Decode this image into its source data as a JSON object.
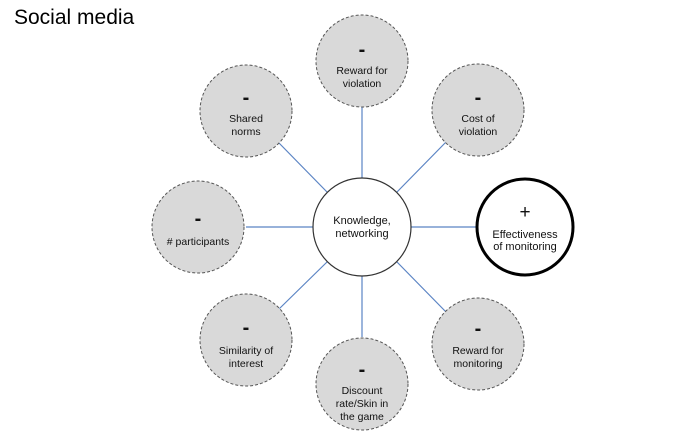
{
  "title": "Social media",
  "center": {
    "label_lines": [
      "Knowledge,",
      "networking"
    ]
  },
  "outcome": {
    "sign": "+",
    "label_lines": [
      "Effectiveness",
      "of monitoring"
    ]
  },
  "factors": [
    {
      "id": "reward-for-violation",
      "sign": "-",
      "label_lines": [
        "Reward for",
        "violation"
      ]
    },
    {
      "id": "cost-of-violation",
      "sign": "-",
      "label_lines": [
        "Cost of",
        "violation"
      ]
    },
    {
      "id": "reward-for-monitoring",
      "sign": "-",
      "label_lines": [
        "Reward for",
        "monitoring"
      ]
    },
    {
      "id": "discount-rate",
      "sign": "-",
      "label_lines": [
        "Discount",
        "rate/Skin in",
        "the game"
      ]
    },
    {
      "id": "similarity-of-interest",
      "sign": "-",
      "label_lines": [
        "Similarity of",
        "interest"
      ]
    },
    {
      "id": "participants",
      "sign": "-",
      "label_lines": [
        "# participants"
      ]
    },
    {
      "id": "shared-norms",
      "sign": "-",
      "label_lines": [
        "Shared",
        "norms"
      ]
    }
  ],
  "colors": {
    "connector": "#5b84c4",
    "factor_fill": "#d9d9d9",
    "factor_stroke": "#555555",
    "outcome_stroke": "#000000"
  }
}
